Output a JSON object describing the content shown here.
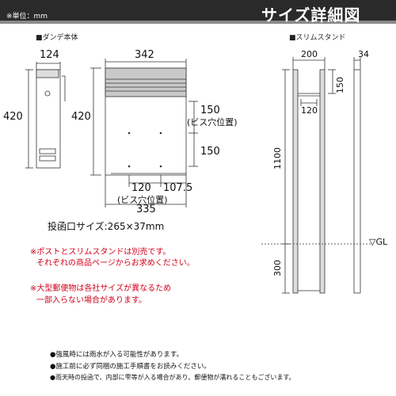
{
  "header": {
    "unit_label": "※単位：mm",
    "title": "サイズ詳細図"
  },
  "post_body": {
    "label": "■ダンデ本体",
    "side_width": "124",
    "height": "420",
    "front_width": "342",
    "front_height": "420",
    "screw_upper": "150",
    "screw_pos_label": "(ビス穴位置)",
    "screw_lower": "150",
    "screw_horizontal": "120",
    "screw_side": "107.5",
    "screw_pos_label_bottom": "(ビス穴位置)",
    "bottom_width": "335",
    "slot_size": "投函口サイズ:265×37mm"
  },
  "stand": {
    "label": "■スリムスタンド",
    "width": "200",
    "depth": "34",
    "top_height": "150",
    "inner_width": "120",
    "above_ground": "1100",
    "below_ground": "300",
    "ground_label": "▽GL"
  },
  "notes_red": [
    "※ポストとスリムスタンドは別売です。",
    "それぞれの商品ページからお求めください。",
    "※大型郵便物は各社サイズが異なるため",
    "一部入らない場合があります。"
  ],
  "notes": [
    "●強風時には雨水が入る可能性があります。",
    "●施工前に必ず同梱の施工手順書をお読みください。",
    "●雨天時の投函で、内部に雫等が入る場合があり、郵便物が濡れることもございます。"
  ],
  "colors": {
    "header_bg": "#2a2a2a",
    "red": "#d0021b"
  }
}
